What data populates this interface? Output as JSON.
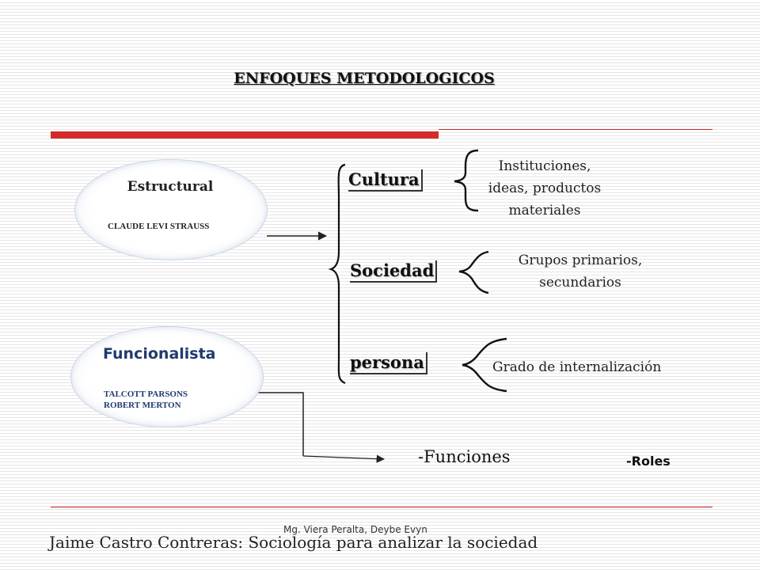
{
  "title": "ENFOQUES METODOLOGICOS",
  "estructural": {
    "title": "Estructural",
    "author": "CLAUDE LEVI STRAUSS"
  },
  "funcionalista": {
    "title": "Funcionalista",
    "authors": [
      "TALCOTT PARSONS",
      "ROBERT MERTON"
    ]
  },
  "nodes": [
    {
      "label": "Cultura",
      "description": [
        "Instituciones,",
        "ideas, productos",
        "materiales"
      ]
    },
    {
      "label": "Sociedad",
      "description": [
        "Grupos primarios,",
        "secundarios"
      ]
    },
    {
      "label": "persona",
      "description": [
        "Grado de internalización"
      ]
    }
  ],
  "outcomes": {
    "funciones": "-Funciones",
    "roles": "-Roles"
  },
  "footer": {
    "author": "Mg. Viera Peralta, Deybe Evyn",
    "reference": "Jaime Castro Contreras: Sociología para analizar la sociedad"
  }
}
